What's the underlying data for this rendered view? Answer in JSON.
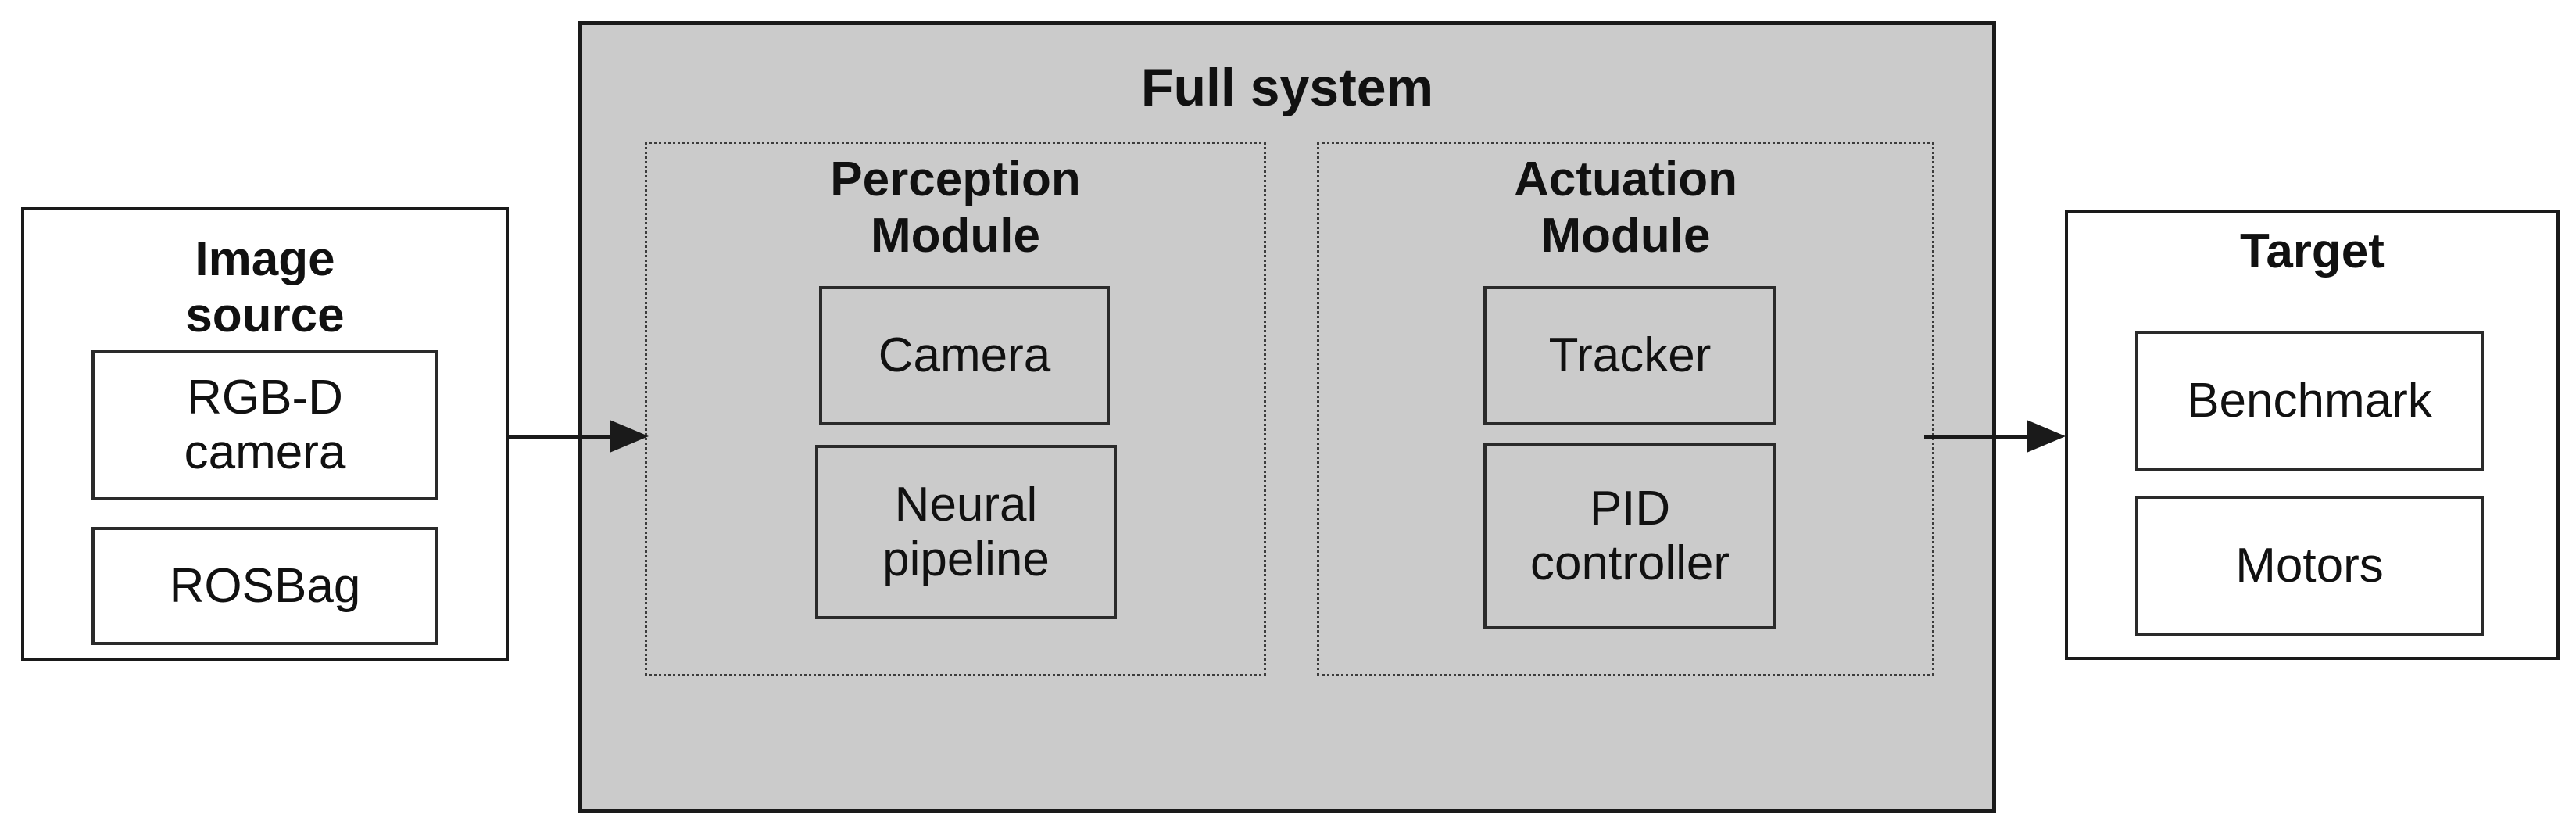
{
  "colors": {
    "module_fill": "#cbcbcb",
    "line": "#1a1a1a",
    "line2": "#2a2a2a",
    "dash": "#3c3c3c",
    "text": "#111111"
  },
  "image_source": {
    "title": "Image\nsource",
    "items": [
      {
        "label": "RGB-D\ncamera"
      },
      {
        "label": "ROSBag"
      }
    ]
  },
  "full_system": {
    "title": "Full system",
    "modules": [
      {
        "title": "Perception\nModule",
        "items": [
          {
            "label": "Camera"
          },
          {
            "label": "Neural\npipeline"
          }
        ]
      },
      {
        "title": "Actuation\nModule",
        "items": [
          {
            "label": "Tracker"
          },
          {
            "label": "PID\ncontroller"
          }
        ]
      }
    ]
  },
  "target": {
    "title": "Target",
    "items": [
      {
        "label": "Benchmark"
      },
      {
        "label": "Motors"
      }
    ]
  },
  "connections": [
    {
      "from": "Image source",
      "to": "Full system"
    },
    {
      "from": "Full system",
      "to": "Target"
    }
  ]
}
